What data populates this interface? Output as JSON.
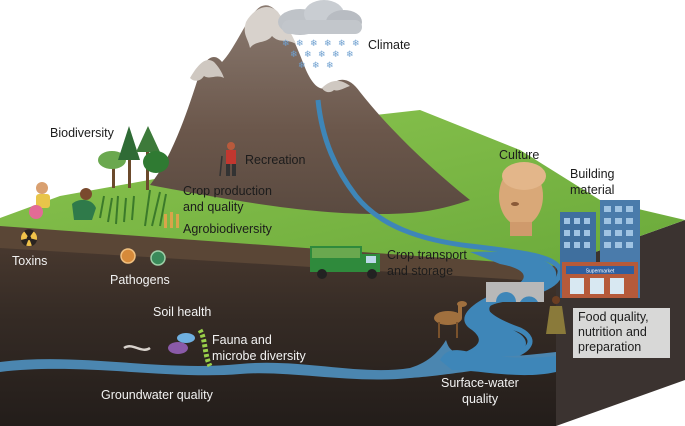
{
  "labels": {
    "climate": "Climate",
    "biodiversity": "Biodiversity",
    "recreation": "Recreation",
    "crop_production_1": "Crop production",
    "crop_production_2": "and quality",
    "agrobiodiversity": "Agrobiodiversity",
    "toxins": "Toxins",
    "pathogens": "Pathogens",
    "culture": "Culture",
    "building_material_1": "Building",
    "building_material_2": "material",
    "crop_transport_1": "Crop transport",
    "crop_transport_2": "and storage",
    "soil_health": "Soil health",
    "fauna_1": "Fauna and",
    "fauna_2": "microbe diversity",
    "groundwater": "Groundwater quality",
    "surface_water_1": "Surface-water",
    "surface_water_2": "quality",
    "food_quality": "Food quality, nutrition and preparation",
    "supermarket": "Supermarket"
  },
  "colors": {
    "mountain": "#6e5a4e",
    "grass": "#7dbb43",
    "soil_top": "#4a3a30",
    "soil_deep": "#2e2622",
    "water": "#3e86b8",
    "label_box": "#e6e6e6"
  }
}
